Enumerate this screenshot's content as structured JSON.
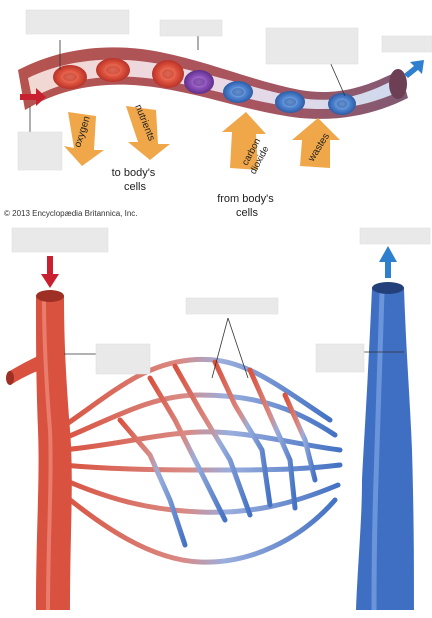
{
  "diagram": {
    "labels": {
      "oxygen": "oxygen",
      "nutrients": "nutrients",
      "to_cells_line1": "to body's",
      "to_cells_line2": "cells",
      "carbon_line1": "carbon",
      "carbon_line2": "dioxide",
      "wastes": "wastes",
      "from_cells_line1": "from body's",
      "from_cells_line2": "cells",
      "copyright": "© 2013 Encyclopædia Britannica, Inc."
    },
    "colors": {
      "artery": "#d9523f",
      "vein": "#3f6fc2",
      "arrow_red": "#c8202f",
      "arrow_blue": "#2f7fcf",
      "transfer_arrow": "#f0a74a",
      "blank_box": "#e9e9e9"
    }
  }
}
